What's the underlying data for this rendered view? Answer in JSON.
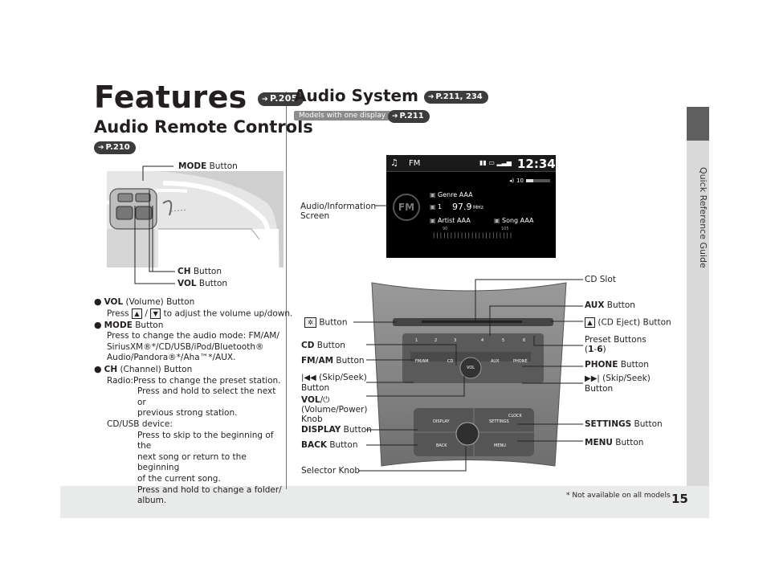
{
  "side_tab": {
    "label": "Quick Reference Guide"
  },
  "features": {
    "title": "Features",
    "ref": "P.205"
  },
  "remote": {
    "title": "Audio Remote Controls",
    "ref": "P.210",
    "mode_label_bold": "MODE",
    "mode_label_rest": " Button",
    "ch_label_bold": "CH",
    "ch_label_rest": " Button",
    "vol_label_bold": "VOL",
    "vol_label_rest": " Button"
  },
  "bullets": {
    "vol_title": "VOL",
    "vol_title_rest": " (Volume) Button",
    "vol_press": "Press",
    "vol_sep": "/",
    "vol_desc": "to adjust the volume up/down.",
    "mode_title": "MODE",
    "mode_title_rest": " Button",
    "mode_desc1": "Press to change the audio mode: FM/AM/",
    "mode_desc2": "SiriusXM®*/CD/USB/iPod/Bluetooth®",
    "mode_desc3": "Audio/Pandora®*/Aha™*/AUX.",
    "ch_title": "CH",
    "ch_title_rest": " (Channel) Button",
    "radio_lead": "Radio:",
    "radio_1": "Press to change the preset station.",
    "radio_2": "Press and hold to select the next or",
    "radio_3": "previous strong station.",
    "cdusb_lead": "CD/USB device:",
    "cd_1": "Press to skip to the beginning of the",
    "cd_2": "next song or return to the beginning",
    "cd_3": "of the current song.",
    "cd_4": "Press and hold to change a folder/",
    "cd_5": "album."
  },
  "audio": {
    "title": "Audio System",
    "ref": "P.211, 234",
    "models_chip": "Models with one display",
    "models_ref": "P.211"
  },
  "screen": {
    "band": "FM",
    "time": "12:34",
    "vol": "10",
    "genre": "Genre AAA",
    "freq": "97.9",
    "freq_unit": "MHz",
    "artist": "Artist AAA",
    "song": "Song AAA",
    "scale_lo": "90",
    "scale_hi": "105",
    "preset": "1"
  },
  "callouts": {
    "screen_1": "Audio/Information",
    "screen_2": "Screen",
    "cd_slot": "CD Slot",
    "aux_bold": "AUX",
    "aux_rest": " Button",
    "eject": "(CD Eject) Button",
    "preset_1": "Preset Buttons",
    "preset_2a": "(",
    "preset_2b": "1",
    "preset_2c": "-",
    "preset_2d": "6",
    "preset_2e": ")",
    "phone_bold": "PHONE",
    "phone_rest": " Button",
    "skip_r_1": "(Skip/Seek)",
    "skip_r_2": "Button",
    "settings_bold": "SETTINGS",
    "settings_rest": " Button",
    "menu_bold": "MENU",
    "menu_rest": " Button",
    "night_rest": "Button",
    "cd_bold": "CD",
    "cd_rest": " Button",
    "fmam_bold": "FM/AM",
    "fmam_rest": " Button",
    "skip_l_1": "(Skip/Seek)",
    "skip_l_2": "Button",
    "vol_bold": "VOL",
    "vol_sep": "/",
    "vol_2": "(Volume/Power)",
    "vol_3": "Knob",
    "display_bold": "DISPLAY",
    "display_rest": " Button",
    "back_bold": "BACK",
    "back_rest": " Button",
    "selector": "Selector Knob"
  },
  "panel_buttons": {
    "p1": "1",
    "p2": "2",
    "p3": "3",
    "p4": "4",
    "p5": "5",
    "p6": "6",
    "fmam": "FM/AM",
    "cd": "CD",
    "aux": "AUX",
    "phone": "PHONE",
    "display": "DISPLAY",
    "settings": "SETTINGS",
    "back": "BACK",
    "menu": "MENU",
    "clock": "CLOCK",
    "vol": "VOL"
  },
  "footer": {
    "note": "* Not available on all models",
    "page": "15"
  },
  "colors": {
    "tab_dark": "#5f5f5f",
    "tab_light": "#d9d9d9",
    "ref_pill": "#3c3c3c",
    "footer": "#e9eaea"
  }
}
